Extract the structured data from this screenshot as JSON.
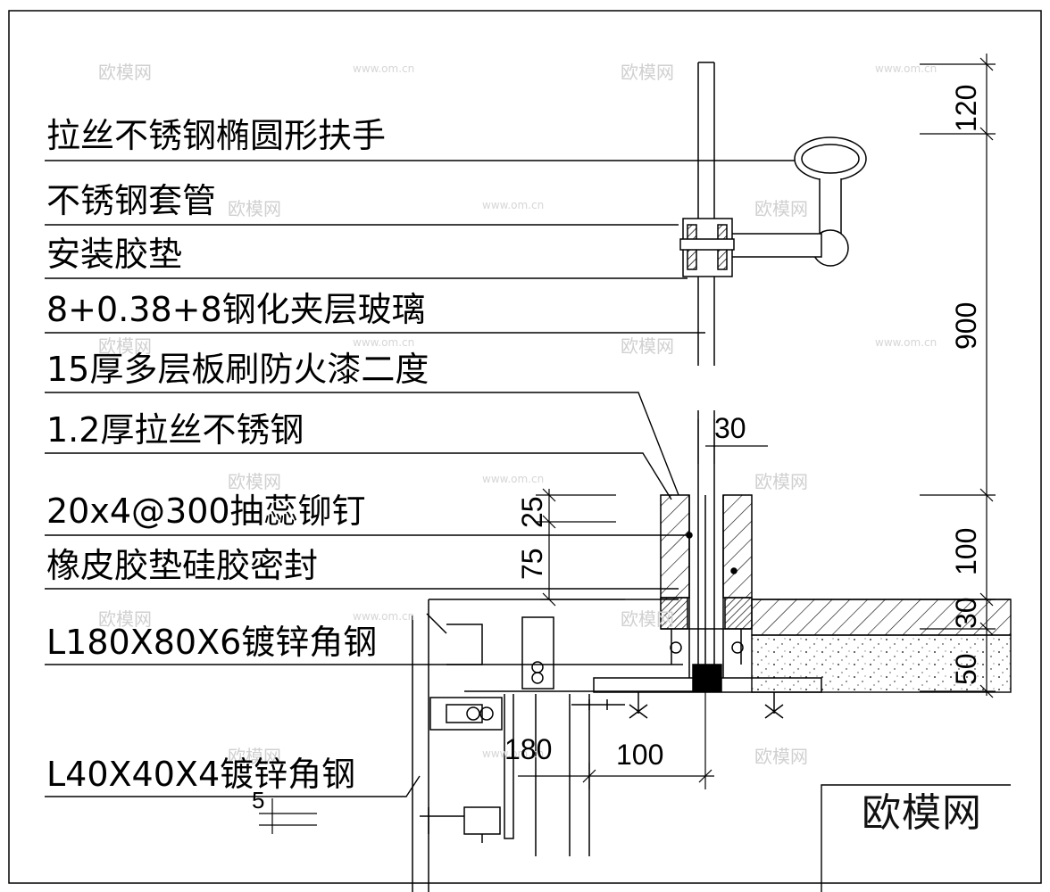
{
  "labels": {
    "handrail": "拉丝不锈钢椭圆形扶手",
    "sleeve": "不锈钢套管",
    "gasket": "安装胶垫",
    "glass": "8+0.38+8钢化夹层玻璃",
    "board": "15厚多层板刷防火漆二度",
    "stainless": "1.2厚拉丝不锈钢",
    "rivet": "20x4@300抽蕊铆钉",
    "seal": "橡皮胶垫硅胶密封",
    "angle_large": "L180X80X6镀锌角钢",
    "angle_small": "L40X40X4镀锌角钢"
  },
  "dimensions": {
    "d120": "120",
    "d900": "900",
    "d100_right": "100",
    "d30_right": "30",
    "d50_right": "50",
    "d30_top": "30",
    "d25": "25",
    "d75": "75",
    "d180": "180",
    "d100_bottom": "100",
    "d5": "5"
  },
  "watermark": {
    "logo": "欧模网",
    "url": "www.om.cn"
  }
}
